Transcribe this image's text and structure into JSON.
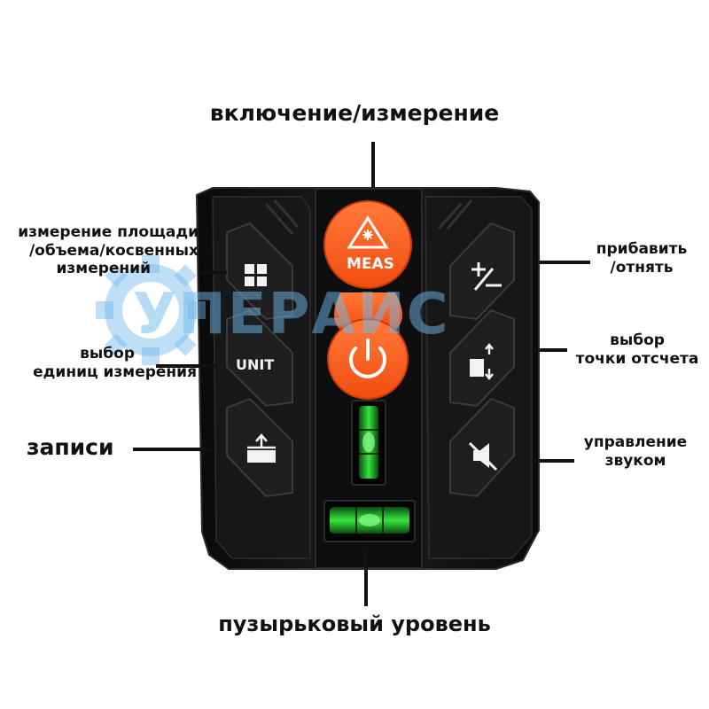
{
  "buttons": {
    "meas": "MEAS",
    "unit": "UNIT"
  },
  "labels": {
    "top": "включение/измерение",
    "area_lines": [
      "измерение площади",
      "/объема/косвенных",
      "измерений"
    ],
    "unit_lines": [
      "выбор",
      "единиц измерения"
    ],
    "records": "записи",
    "plus_lines": [
      "прибавить",
      "/отнять"
    ],
    "reference_lines": [
      "выбор",
      "точки отсчета"
    ],
    "sound_lines": [
      "управление",
      "звуком"
    ],
    "bottom": "пузырьковый уровень"
  },
  "watermark": "УПЕРАИС",
  "colors": {
    "device_body": "#141414",
    "accent_orange": "#ff5a1f",
    "bubble_green": "#22c12a",
    "watermark_blue": "#6eb9eb"
  },
  "icons": [
    "laser-triangle-icon",
    "power-icon",
    "grid-icon",
    "unit-text",
    "records-icon",
    "plus-minus-icon",
    "reference-point-icon",
    "mute-icon"
  ]
}
